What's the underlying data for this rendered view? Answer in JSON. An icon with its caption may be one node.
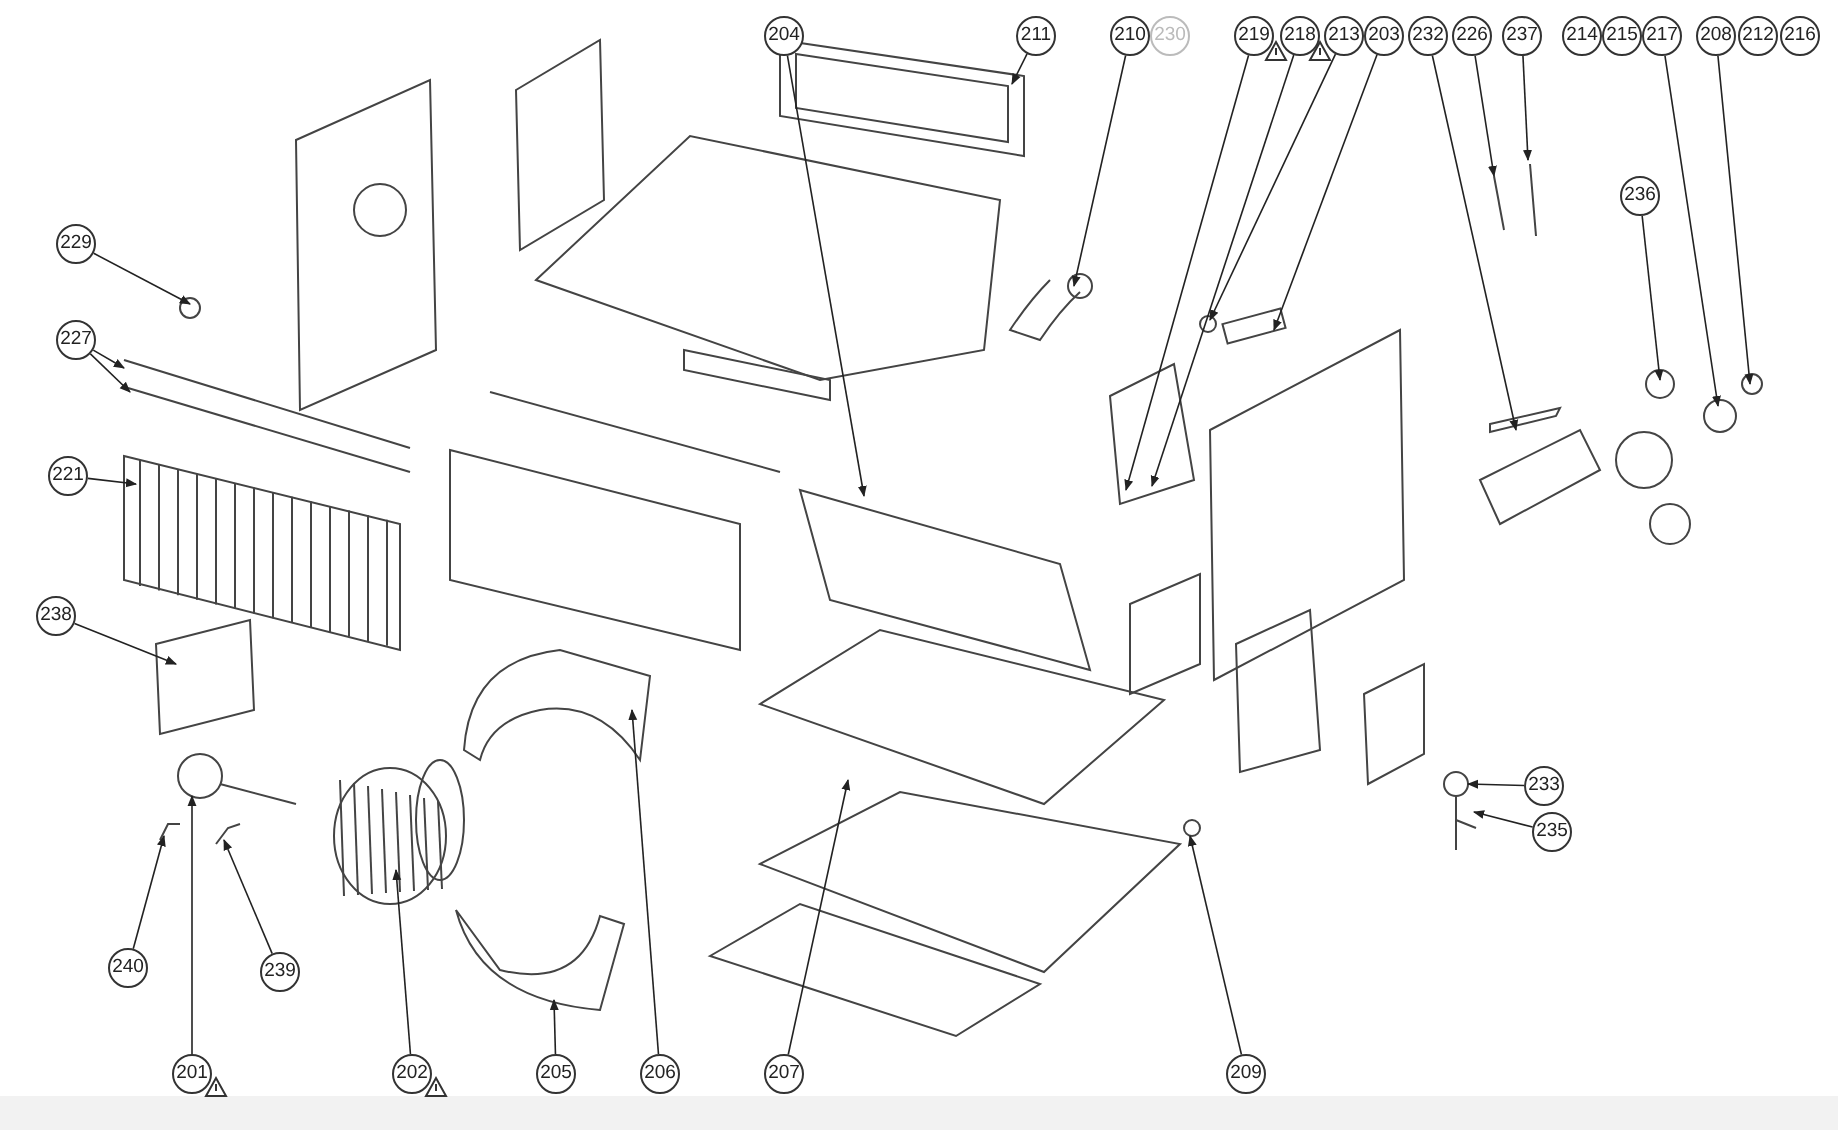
{
  "diagram": {
    "nodes": [
      {
        "text": [
          "204"
        ]
      },
      {
        "text": [
          "211"
        ]
      },
      {
        "text": [
          "210"
        ]
      },
      {
        "text": [
          "230"
        ]
      },
      {
        "text": [
          "219"
        ]
      },
      {
        "text": [
          "218"
        ]
      },
      {
        "text": [
          "213"
        ]
      },
      {
        "text": [
          "203"
        ]
      },
      {
        "text": [
          "232"
        ]
      },
      {
        "text": [
          "226"
        ]
      },
      {
        "text": [
          "237"
        ]
      },
      {
        "text": [
          "214"
        ]
      },
      {
        "text": [
          "215"
        ]
      },
      {
        "text": [
          "217"
        ]
      },
      {
        "text": [
          "208"
        ]
      },
      {
        "text": [
          "212"
        ]
      },
      {
        "text": [
          "216"
        ]
      },
      {
        "text": [
          "229"
        ]
      },
      {
        "text": [
          "236"
        ]
      },
      {
        "text": [
          "227"
        ]
      },
      {
        "text": [
          "221"
        ]
      },
      {
        "text": [
          "238"
        ]
      },
      {
        "text": [
          "233"
        ]
      },
      {
        "text": [
          "235"
        ]
      },
      {
        "text": [
          "240"
        ]
      },
      {
        "text": [
          "239"
        ]
      },
      {
        "text": [
          "201"
        ]
      },
      {
        "text": [
          "202"
        ]
      },
      {
        "text": [
          "205"
        ]
      },
      {
        "text": [
          "206"
        ]
      },
      {
        "text": [
          "207"
        ]
      },
      {
        "text": [
          "209"
        ]
      }
    ],
    "edges": [
      {
        "from": 0,
        "to": null,
        "arrow": "to"
      },
      {
        "from": 1,
        "to": null,
        "arrow": "to"
      },
      {
        "from": 2,
        "to": null,
        "arrow": "to"
      },
      {
        "from": 4,
        "to": null,
        "arrow": "to"
      },
      {
        "from": 5,
        "to": null,
        "arrow": "to"
      },
      {
        "from": 6,
        "to": null,
        "arrow": "to"
      },
      {
        "from": 7,
        "to": null,
        "arrow": "to"
      },
      {
        "from": 8,
        "to": null,
        "arrow": "to"
      },
      {
        "from": 9,
        "to": null,
        "arrow": "to"
      },
      {
        "from": 10,
        "to": null,
        "arrow": "to"
      },
      {
        "from": 13,
        "to": null,
        "arrow": "to"
      },
      {
        "from": 14,
        "to": null,
        "arrow": "to"
      },
      {
        "from": 17,
        "to": null,
        "arrow": "to"
      },
      {
        "from": 18,
        "to": null,
        "arrow": "to"
      },
      {
        "from": 19,
        "to": null,
        "arrow": "to"
      },
      {
        "from": 19,
        "to": null,
        "arrow": "to"
      },
      {
        "from": 20,
        "to": null,
        "arrow": "to"
      },
      {
        "from": 21,
        "to": null,
        "arrow": "to"
      },
      {
        "from": 22,
        "to": null,
        "arrow": "to"
      },
      {
        "from": 23,
        "to": null,
        "arrow": "to"
      },
      {
        "from": 24,
        "to": null,
        "arrow": "to"
      },
      {
        "from": 25,
        "to": null,
        "arrow": "to"
      },
      {
        "from": 26,
        "to": null,
        "arrow": "to"
      },
      {
        "from": 27,
        "to": null,
        "arrow": "to"
      },
      {
        "from": 28,
        "to": null,
        "arrow": "to"
      },
      {
        "from": 29,
        "to": null,
        "arrow": "to"
      },
      {
        "from": 30,
        "to": null,
        "arrow": "to"
      },
      {
        "from": 31,
        "to": null,
        "arrow": "to"
      }
    ]
  }
}
